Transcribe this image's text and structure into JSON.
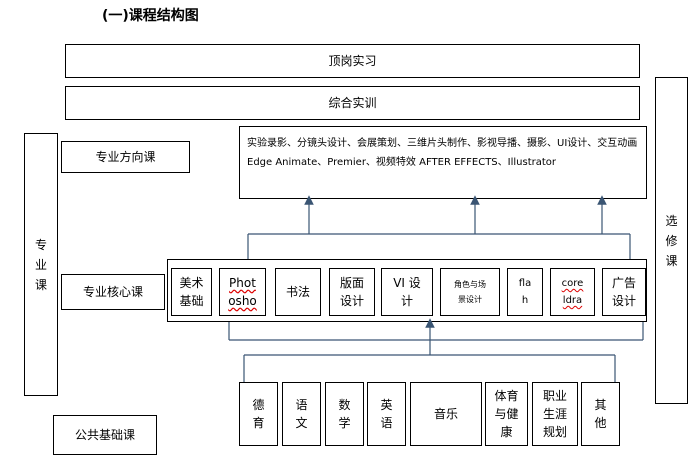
{
  "title": "(一)课程结构图",
  "top_boxes": {
    "internship": "顶岗实习",
    "comprehensive": "综合实训"
  },
  "side_labels": {
    "professional": [
      "专",
      "业",
      "课"
    ],
    "elective": [
      "选",
      "修",
      "课"
    ]
  },
  "row_labels": {
    "direction": "专业方向课",
    "core": "专业核心课",
    "public": "公共基础课"
  },
  "direction_courses": "实验录影、分镜头设计、会展策划、三维片头制作、影视导播、摄影、UI设计、交互动画 Edge Animate、Premier、视频特效 AFTER EFFECTS、Illustrator",
  "core_courses": [
    {
      "line1": "美术",
      "line2": "基础"
    },
    {
      "line1": "Phot",
      "line2": "osho"
    },
    {
      "line1": "书法",
      "line2": ""
    },
    {
      "line1": "版面",
      "line2": "设计"
    },
    {
      "line1": "VI 设",
      "line2": "计"
    },
    {
      "line1": "角色与场",
      "line2": "景设计"
    },
    {
      "line1": "fla",
      "line2": "h"
    },
    {
      "line1": "core",
      "line2": "ldra"
    },
    {
      "line1": "广告",
      "line2": "设计"
    }
  ],
  "public_courses": [
    {
      "chars": [
        "德",
        "育"
      ]
    },
    {
      "chars": [
        "语",
        "文"
      ]
    },
    {
      "chars": [
        "数",
        "学"
      ]
    },
    {
      "chars": [
        "英",
        "语"
      ]
    },
    {
      "chars": [
        "音乐"
      ]
    },
    {
      "chars": [
        "体育",
        "与健",
        "康"
      ]
    },
    {
      "chars": [
        "职业",
        "生涯",
        "规划"
      ]
    },
    {
      "chars": [
        "其",
        "他"
      ]
    }
  ],
  "colors": {
    "arrow": "#3a5573",
    "border": "#000000"
  }
}
